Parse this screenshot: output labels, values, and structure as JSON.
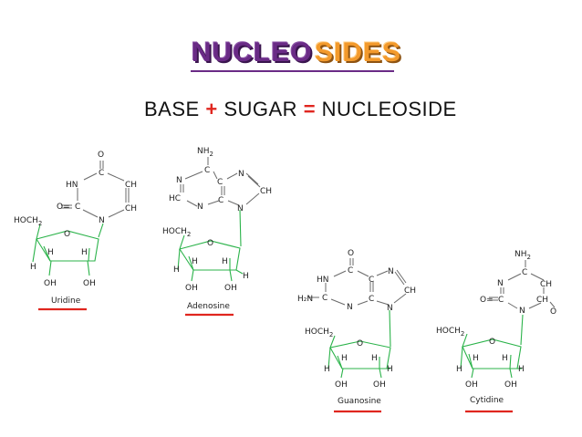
{
  "title": {
    "main": "NUCLEO",
    "accent": "SIDES"
  },
  "equation": {
    "base": "BASE",
    "plus": "+",
    "sugar": "SUGAR",
    "equals": "=",
    "result": "NUCLEOSIDE"
  },
  "colors": {
    "title_main": "#6a2b86",
    "title_accent": "#f39a2c",
    "operator": "#e0261f",
    "sugar_ring": "#2bb34a",
    "underline": "#e0261f"
  },
  "molecules": {
    "uridine": {
      "name": "Uridine",
      "atoms": {
        "o_top": "O",
        "c_top": "C",
        "hn": "HN",
        "ch_right": "CH",
        "c_left": "C",
        "o_left": "O=",
        "ch_bottom": "CH",
        "n_bottom": "N",
        "hoch": "HOCH",
        "sub2": "2",
        "ring_o": "O",
        "h1": "H",
        "h2": "H",
        "h3": "H",
        "oh1": "OH",
        "oh2": "OH"
      }
    },
    "adenosine": {
      "name": "Adenosine",
      "atoms": {
        "nh": "NH",
        "sub2a": "2",
        "c_top": "C",
        "n_left": "N",
        "c_mid": "C",
        "n_right": "N",
        "ch_far": "CH",
        "hc": "HC",
        "c_low": "C",
        "n_low": "N",
        "n_bottom": "N",
        "hoch": "HOCH",
        "sub2": "2",
        "ring_o": "O",
        "h1": "H",
        "h2": "H",
        "h3": "H",
        "h4": "H",
        "oh1": "OH",
        "oh2": "OH"
      }
    },
    "guanosine": {
      "name": "Guanosine",
      "atoms": {
        "o_top": "O",
        "c_top": "C",
        "hn": "HN",
        "c_mid": "C",
        "n_right": "N",
        "ch_far": "CH",
        "h2n": "H₂N",
        "c_left": "C",
        "c_low": "C",
        "n_low": "N",
        "n_bottom": "N",
        "hoch": "HOCH",
        "sub2": "2",
        "ring_o": "O",
        "h1": "H",
        "h2": "H",
        "h3": "H",
        "h4": "H",
        "oh1": "OH",
        "oh2": "OH"
      }
    },
    "cytidine": {
      "name": "Cytidine",
      "atoms": {
        "nh": "NH",
        "sub2a": "2",
        "c_top": "C",
        "n_left": "N",
        "ch_right": "CH",
        "c_left": "C",
        "o_left": "O=",
        "ch_bottom": "CH",
        "n_bottom": "N",
        "o_right": "O",
        "hoch": "HOCH",
        "sub2": "2",
        "ring_o": "O",
        "h1": "H",
        "h2": "H",
        "h3": "H",
        "h4": "H",
        "oh1": "OH",
        "oh2": "OH"
      }
    }
  }
}
